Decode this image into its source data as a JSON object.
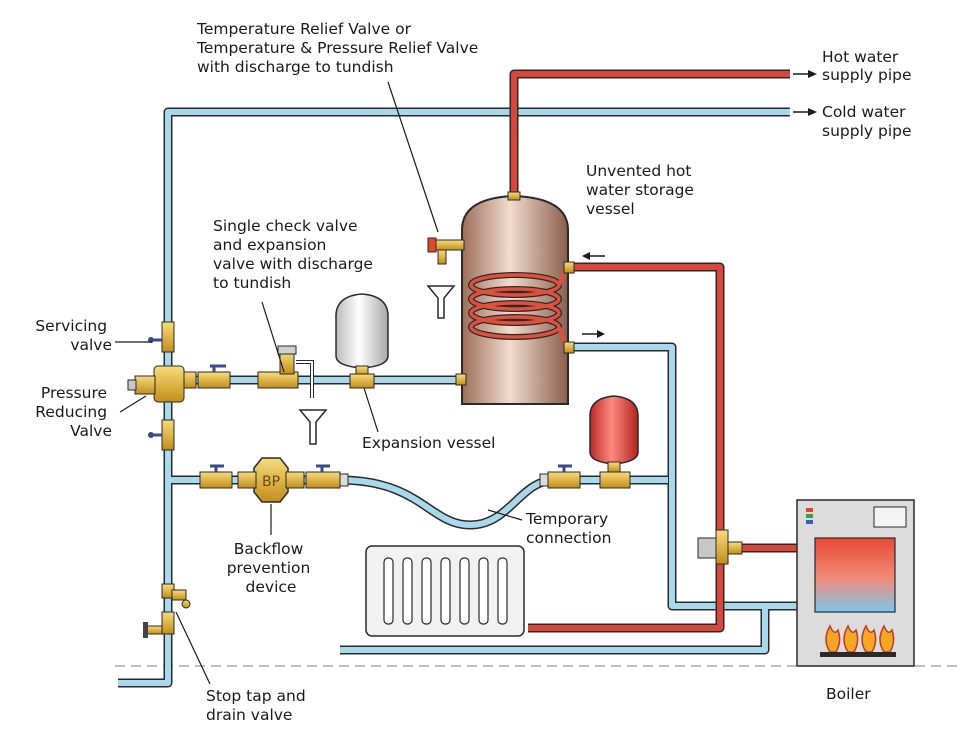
{
  "labels": {
    "trv": [
      "Temperature Relief  Valve or",
      "Temperature & Pressure Relief  Valve",
      "with discharge to tundish"
    ],
    "hot_supply": [
      "Hot water",
      "supply pipe"
    ],
    "cold_supply": [
      "Cold water",
      "supply pipe"
    ],
    "storage_vessel": [
      "Unvented hot",
      "water storage",
      "vessel"
    ],
    "check_valve": [
      "Single check valve",
      "and expansion",
      "valve with discharge",
      "to tundish"
    ],
    "servicing_valve": [
      "Servicing",
      "valve"
    ],
    "prv": [
      "Pressure",
      "Reducing",
      "Valve"
    ],
    "expansion_vessel": "Expansion vessel",
    "bp_symbol": "BP",
    "backflow": [
      "Backflow",
      "prevention",
      "device"
    ],
    "temporary": [
      "Temporary",
      "connection"
    ],
    "stop_tap": [
      "Stop tap and",
      "drain valve"
    ],
    "boiler": "Boiler"
  },
  "colors": {
    "hot_pipe": "#d9463a",
    "cold_pipe": "#a8d8ec",
    "pipe_outline": "#2a2a2a",
    "brass": "#e7b73a",
    "vessel": "#c69c86",
    "expansion_vessel_red": "#e0403a"
  }
}
